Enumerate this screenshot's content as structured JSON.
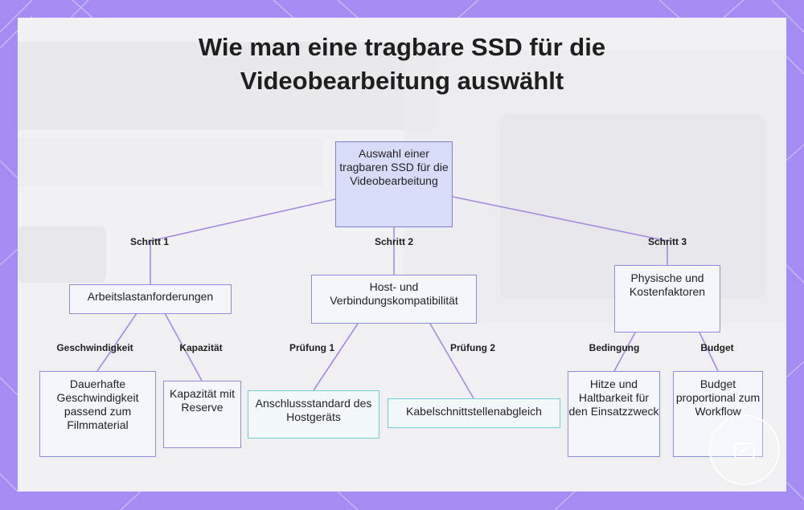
{
  "title_line1": "Wie man eine tragbare SSD für die",
  "title_line2": "Videobearbeitung auswählt",
  "root": "Auswahl einer tragbaren SSD für die Videobearbeitung",
  "steps": {
    "s1_label": "Schritt 1",
    "s1_node": "Arbeitslastanforderungen",
    "s2_label": "Schritt 2",
    "s2_node": "Host- und Verbindungskompatibilität",
    "s3_label": "Schritt 3",
    "s3_node": "Physische und Kostenfaktoren"
  },
  "children": {
    "geschw_label": "Geschwindigkeit",
    "geschw_node": "Dauerhafte Geschwindigkeit passend zum Filmmaterial",
    "kap_label": "Kapazität",
    "kap_node": "Kapazität mit Reserve",
    "p1_label": "Prüfung 1",
    "p1_node": "Anschlussstandard des Hostgeräts",
    "p2_label": "Prüfung 2",
    "p2_node": "Kabelschnittstellenabgleich",
    "bed_label": "Bedingung",
    "bed_node": "Hitze und Haltbarkeit für den Einsatzzweck",
    "bud_label": "Budget",
    "bud_node": "Budget proportional zum Workflow"
  },
  "colors": {
    "frame": "#a58cf2",
    "root_fill": "#d8dcf8",
    "node_border": "#8d8fd2",
    "edge": "#a48be0",
    "cyan_border": "#72d0d2"
  }
}
